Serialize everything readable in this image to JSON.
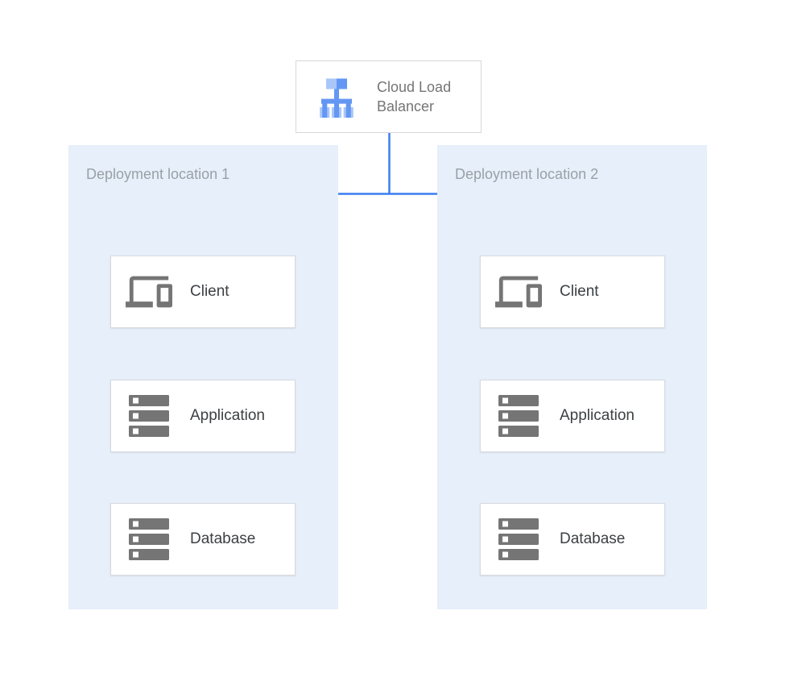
{
  "diagram": {
    "load_balancer": {
      "label": "Cloud Load Balancer",
      "icon": "load-balancer-icon"
    },
    "locations": [
      {
        "label": "Deployment location 1",
        "nodes": [
          {
            "label": "Client",
            "icon": "devices-icon"
          },
          {
            "label": "Application",
            "icon": "server-stack-icon"
          },
          {
            "label": "Database",
            "icon": "server-stack-icon"
          }
        ]
      },
      {
        "label": "Deployment location 2",
        "nodes": [
          {
            "label": "Client",
            "icon": "devices-icon"
          },
          {
            "label": "Application",
            "icon": "server-stack-icon"
          },
          {
            "label": "Database",
            "icon": "server-stack-icon"
          }
        ]
      }
    ],
    "colors": {
      "arrow": "#3d7df0",
      "panel_background": "#e6effa",
      "panel_label_text": "#9aa0a6",
      "node_border": "#d8dadd",
      "node_text": "#3c4043",
      "lb_text": "#757575",
      "icon_gray": "#757575",
      "icon_blue_light": "#a9c6f8",
      "icon_blue_medium": "#6397f3"
    }
  }
}
